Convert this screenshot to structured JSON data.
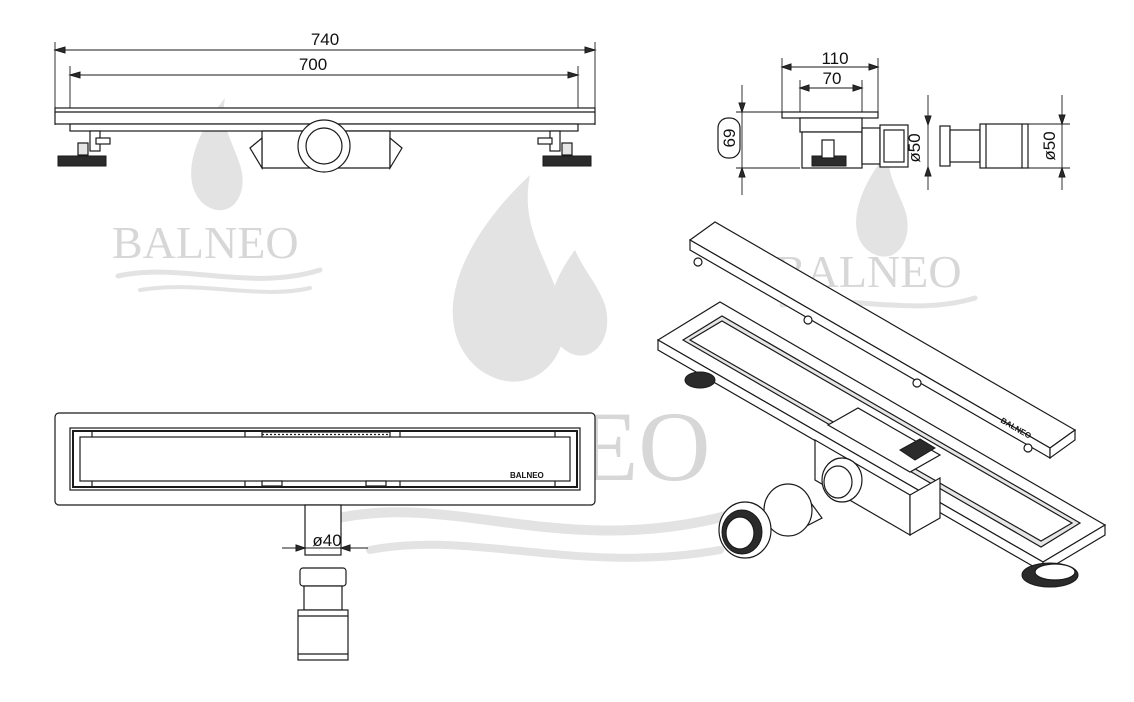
{
  "dimensions": {
    "total_length": "740",
    "inner_length": "700",
    "top_width": "110",
    "inner_width": "70",
    "height": "69",
    "outlet_diameter": "50",
    "pipe_diameter": "50",
    "side_outlet_diameter": "40",
    "diameter_symbol": "ø"
  },
  "brand": {
    "grate_label": "BALNEO",
    "grate_label_iso": "BALNEO",
    "watermark": "BALNEO"
  },
  "colors": {
    "line": "#1a1a1a",
    "watermark": "#e3e3e3",
    "background": "#ffffff"
  }
}
